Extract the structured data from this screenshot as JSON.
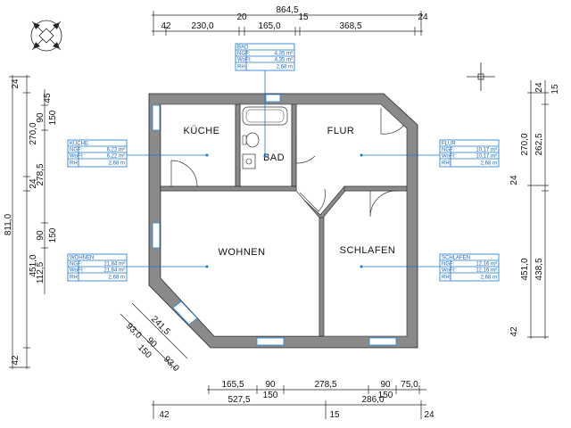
{
  "rooms": {
    "kueche": "KÜCHE",
    "bad": "BAD",
    "flur": "FLUR",
    "wohnen": "WOHNEN",
    "schlafen": "SCHLAFEN"
  },
  "tables": {
    "bad": {
      "title": "BAD",
      "rows": [
        [
          "NGF:",
          "4,35 m²"
        ],
        [
          "WoFl:",
          "4,35 m²"
        ],
        [
          "RH:",
          "2,68 m"
        ]
      ]
    },
    "kueche": {
      "title": "KÜCHE",
      "rows": [
        [
          "NGF:",
          "6,22 m²"
        ],
        [
          "WoFl:",
          "6,22 m²"
        ],
        [
          "RH:",
          "2,68 m"
        ]
      ]
    },
    "flur": {
      "title": "FLUR",
      "rows": [
        [
          "NGF:",
          "10,17 m²"
        ],
        [
          "WoFl:",
          "10,17 m²"
        ],
        [
          "RH:",
          "2,68 m"
        ]
      ]
    },
    "wohnen": {
      "title": "WOHNEN",
      "rows": [
        [
          "NGF:",
          "21,84 m²"
        ],
        [
          "WoFl:",
          "21,84 m²"
        ],
        [
          "RH:",
          "2,68 m"
        ]
      ]
    },
    "schlafen": {
      "title": "SCHLAFEN",
      "rows": [
        [
          "NGF:",
          "12,16 m²"
        ],
        [
          "WoFl:",
          "12,16 m²"
        ],
        [
          "RH:",
          "2,68 m"
        ]
      ]
    }
  },
  "dims": {
    "top_total": "864,5",
    "top_42": "42",
    "top_230": "230,0",
    "top_20": "20",
    "top_165": "165,0",
    "top_15": "15",
    "top_368": "368,5",
    "top_24": "24",
    "left_24": "24",
    "left_270": "270,0",
    "left_90": "90",
    "left_45": "45",
    "left_150a": "150",
    "left_278": "278,5",
    "left_24b": "24",
    "left_811": "811,0",
    "left_90b": "90",
    "left_150b": "150",
    "left_112": "112,5",
    "left_451": "451,0",
    "left_42": "42",
    "right_24": "24",
    "right_15": "15",
    "right_262": "262,5",
    "right_270": "270,0",
    "right_24b": "24",
    "right_451": "451,0",
    "right_438": "438,5",
    "right_42": "42",
    "diag_241": "241,5",
    "diag_93a": "93,0",
    "diag_90": "90",
    "diag_150": "150",
    "diag_93b": "93,0",
    "bot_165": "165,5",
    "bot_90a": "90",
    "bot_150a": "150",
    "bot_278": "278,5",
    "bot_90b": "90",
    "bot_150b": "150",
    "bot_75": "75,0",
    "bot_527": "527,5",
    "bot_286": "286,0",
    "bot_42": "42",
    "bot_15": "15",
    "bot_24": "24"
  }
}
